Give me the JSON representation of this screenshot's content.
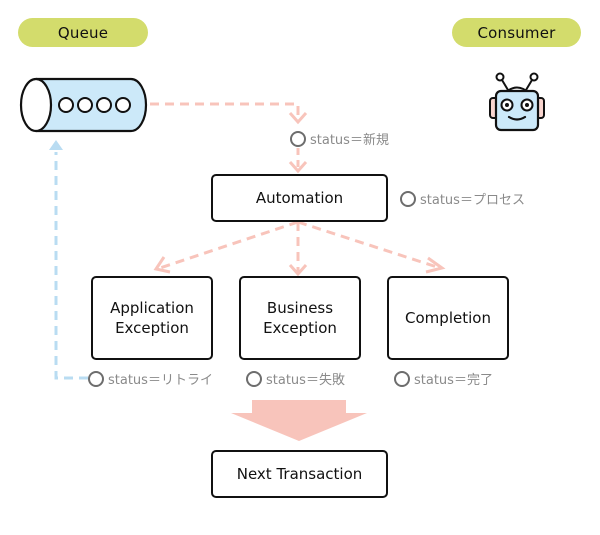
{
  "headers": {
    "queue": "Queue",
    "consumer": "Consumer"
  },
  "colors": {
    "header_pill": "#d3dc6c",
    "flow_arrow": "#f8c4bb",
    "retry_arrow": "#b9dcf2",
    "queue_fill": "#cce9f9",
    "robot_face": "#cce9f9",
    "robot_ears": "#f9d5cf"
  },
  "nodes": {
    "automation": "Automation",
    "application_exception": [
      "Application",
      "Exception"
    ],
    "business_exception": [
      "Business",
      "Exception"
    ],
    "completion": "Completion",
    "next_transaction": "Next Transaction"
  },
  "statuses": {
    "new": "status＝新規",
    "process": "status＝プロセス",
    "retry": "status＝リトライ",
    "failed": "status＝失敗",
    "complete": "status＝完了"
  },
  "icons": {
    "queue": "queue-cylinder-icon",
    "consumer": "robot-icon"
  }
}
